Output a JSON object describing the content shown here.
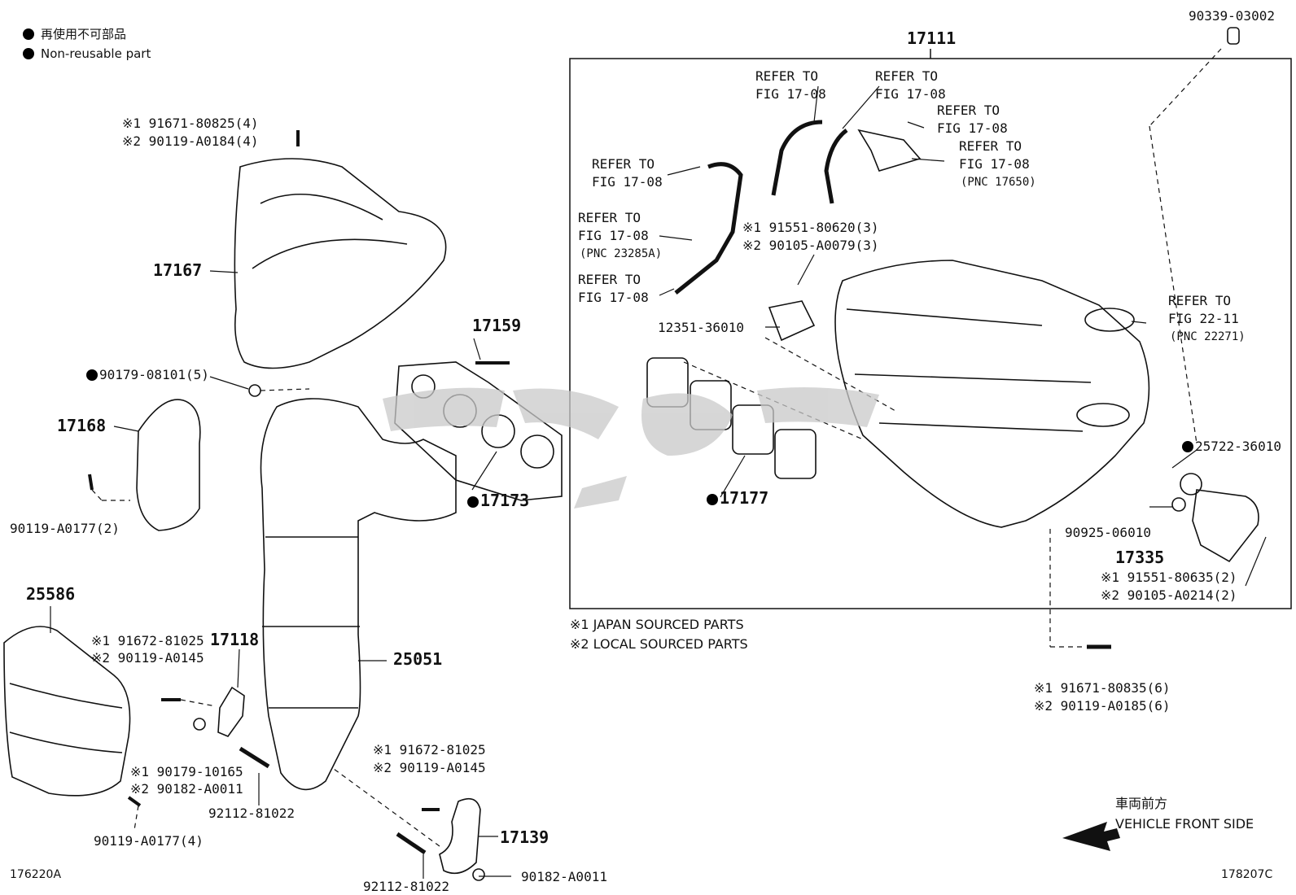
{
  "legend": [
    {
      "text": "再使用不可部品"
    },
    {
      "text": "Non-reusable part"
    }
  ],
  "notes": {
    "japan": "※1 JAPAN SOURCED PARTS",
    "local": "※2 LOCAL SOURCED PARTS"
  },
  "footer": {
    "left_code": "176220A",
    "right_code": "178207C"
  },
  "direction": {
    "jp": "車両前方",
    "en": "VEHICLE FRONT SIDE"
  },
  "box_title": "17111",
  "parts": {
    "p17167": "17167",
    "p17168": "17168",
    "p17159": "17159",
    "p17173": "17173",
    "p17177": "17177",
    "p25586": "25586",
    "p17118": "17118",
    "p25051": "25051",
    "p17139": "17139",
    "p17335": "17335",
    "p90339": "90339-03002",
    "p90179_08101": "90179-08101(5)",
    "p90119_a0177_2": "90119-A0177(2)",
    "p90119_a0177_4": "90119-A0177(4)",
    "p92112_a": "92112-81022",
    "p92112_b": "92112-81022",
    "p90182": "90182-A0011",
    "p12351": "12351-36010",
    "p25722": "25722-36010",
    "p90925": "90925-06010"
  },
  "pairs": {
    "heat_bolts": [
      "※1 91671-80825(4)",
      "※2 90119-A0184(4)"
    ],
    "stay_bolts": [
      "※1 91672-81025",
      "※2 90119-A0145"
    ],
    "nut_pair": [
      "※1 90179-10165",
      "※2 90182-A0011"
    ],
    "conv_bolts": [
      "※1 91672-81025",
      "※2 90119-A0145"
    ],
    "manifold_b1": [
      "※1 91551-80620(3)",
      "※2 90105-A0079(3)"
    ],
    "manifold_b2": [
      "※1 91551-80635(2)",
      "※2 90105-A0214(2)"
    ],
    "manifold_b3": [
      "※1 91671-80835(6)",
      "※2 90119-A0185(6)"
    ]
  },
  "refs": {
    "r1": [
      "REFER TO",
      "FIG 17-08"
    ],
    "r2": [
      "REFER TO",
      "FIG 17-08"
    ],
    "r3": [
      "REFER TO",
      "FIG 17-08"
    ],
    "r4": [
      "REFER TO",
      "FIG 17-08",
      "(PNC 17650)"
    ],
    "r5": [
      "REFER TO",
      "FIG 17-08"
    ],
    "r6": [
      "REFER TO",
      "FIG 17-08",
      "(PNC 23285A)"
    ],
    "r7": [
      "REFER TO",
      "FIG 17-08"
    ],
    "r8": [
      "REFER TO",
      "FIG 22-11",
      "(PNC 22271)"
    ]
  }
}
